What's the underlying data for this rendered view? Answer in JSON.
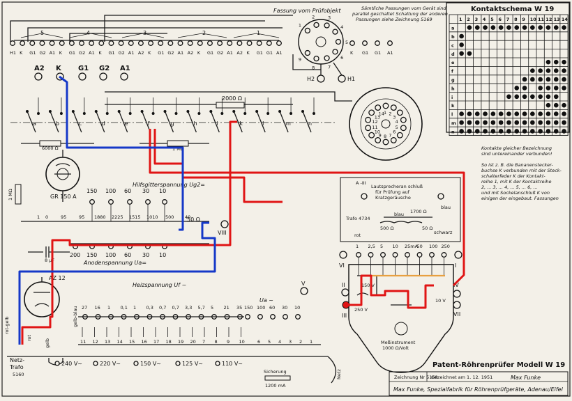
{
  "header": {
    "socket_title": "Fassung vom Prüfobjekt",
    "socket_note": [
      "Sämtliche Passungen vom Gerät sind",
      "parallel geschaltet Schaltung der anderen",
      "Passungen siehe Zeichnung 5169"
    ]
  },
  "socket_groups": [
    "5",
    "4",
    "3",
    "2",
    "1"
  ],
  "bottom_pin_labels": [
    "H1",
    "K",
    "G1",
    "G2",
    "A1",
    "K",
    "G1",
    "G2",
    "A1",
    "K",
    "G1",
    "G2",
    "A1",
    "A2",
    "K",
    "G1",
    "G2",
    "A1",
    "A2",
    "K",
    "G1",
    "G2",
    "A1",
    "A2",
    "K",
    "G1",
    "G1",
    "A1"
  ],
  "big_terminals": [
    "A2",
    "K",
    "G1",
    "G2",
    "A1"
  ],
  "switches": [
    "a",
    "b",
    "c",
    "d",
    "e",
    "f",
    "g",
    "h",
    "i",
    "k",
    "l",
    "m",
    "n"
  ],
  "resistors": {
    "r6000": "6000 Ω",
    "r2000": "2000 Ω",
    "r1meg": "1 MΩ",
    "r1meg_v": "1 MΩ",
    "r1700": "1700 Ω",
    "r500": "500 Ω",
    "r50": "50 Ω",
    "r50b": "50 Ω"
  },
  "tube_label": "GR 150 A",
  "rect_label": "AZ 12",
  "grid_voltage": {
    "title": "Hilfsgitterspannung Ug2=",
    "values": [
      "150",
      "100",
      "60",
      "30",
      "10"
    ],
    "ladder": [
      "1",
      "0",
      "95",
      "95",
      "1880",
      "2225",
      "1515",
      "1010",
      "500",
      "40"
    ]
  },
  "anode_voltage": {
    "title": "Anodenspannung Ua=",
    "values": [
      "200",
      "150",
      "100",
      "60",
      "30",
      "10"
    ]
  },
  "heater": {
    "title": "Heizspannung Uf ~",
    "values": [
      "27",
      "16",
      "1",
      "0,1",
      "1",
      "0,3",
      "0,7",
      "0,7",
      "3,3",
      "5,7",
      "5",
      "21",
      "35"
    ],
    "taps": [
      "11",
      "12",
      "13",
      "14",
      "15",
      "16",
      "17",
      "18",
      "19",
      "20",
      "7",
      "8",
      "9",
      "10"
    ]
  },
  "ua_ac": {
    "title": "Ua ~",
    "values": [
      "150",
      "100",
      "60",
      "30",
      "10"
    ],
    "taps": [
      "6",
      "5",
      "4",
      "3",
      "2",
      "1"
    ]
  },
  "terminals": {
    "viii": "VIII",
    "vi": "VI",
    "i": "I",
    "ii": "II",
    "iii": "III",
    "iv": "IV",
    "v": "V",
    "vii": "VII",
    "h2": "H2",
    "h1": "H1"
  },
  "cap_label": "8 µF",
  "meter_ranges": [
    "1",
    "2,5",
    "5",
    "10",
    "25mA",
    "50",
    "100",
    "250"
  ],
  "meter": {
    "v150": "150 V",
    "v250": "250 V",
    "v10": "10 V",
    "label": [
      "Meßinstrument",
      "1000 Ω/Volt"
    ]
  },
  "trafo": {
    "label": "Trafo 4734",
    "speaker": [
      "Lautsprecheran schluß",
      "für Prüfung auf",
      "Kratzgeräusche"
    ],
    "blau": "blau",
    "rot": "rot",
    "schwarz": "schwarz",
    "a3": "A -III"
  },
  "mains": {
    "trafo": "Netz- Trafo 5160",
    "taps": [
      "240 V~",
      "220 V~",
      "150 V~",
      "125 V~",
      "110 V~"
    ],
    "fuse_title": "Sicherung",
    "fuse": "1200 mA",
    "netz": "Netz"
  },
  "wire_colors": {
    "rot": "rot",
    "gelb": "gelb",
    "rot_gelb": "rot-gelb",
    "gelb_blau": "gelb-blau"
  },
  "contact_chart": {
    "title": "Kontaktschema W 19",
    "columns": [
      "1",
      "2",
      "3",
      "4",
      "5",
      "6",
      "7",
      "8",
      "9",
      "10",
      "11",
      "12",
      "13",
      "14"
    ],
    "rows": [
      {
        "label": "a",
        "dots": [
          2,
          3,
          4,
          5,
          6,
          7,
          8,
          9,
          10,
          11,
          12,
          13,
          14
        ]
      },
      {
        "label": "b",
        "dots": [
          1
        ]
      },
      {
        "label": "c",
        "dots": [
          1
        ]
      },
      {
        "label": "d",
        "dots": [
          1,
          2
        ]
      },
      {
        "label": "e",
        "dots": [
          12,
          13,
          14
        ]
      },
      {
        "label": "f",
        "dots": [
          10,
          11,
          12,
          13,
          14
        ]
      },
      {
        "label": "g",
        "dots": [
          9,
          10,
          11,
          12,
          13,
          14
        ]
      },
      {
        "label": "h",
        "dots": [
          8,
          9,
          11,
          12,
          13,
          14
        ]
      },
      {
        "label": "i",
        "dots": [
          7,
          8,
          9,
          10,
          11,
          12,
          13
        ]
      },
      {
        "label": "k",
        "dots": [
          12,
          13,
          14
        ]
      },
      {
        "label": "l",
        "dots": [
          1,
          2,
          3,
          4,
          5,
          6,
          7,
          8,
          9,
          10,
          11,
          12,
          13,
          14
        ]
      },
      {
        "label": "m",
        "dots": [
          1,
          2,
          3,
          4,
          5,
          6,
          7,
          8,
          9,
          10,
          11,
          12,
          13,
          14
        ]
      },
      {
        "label": "n",
        "dots": [
          1,
          2,
          3,
          4,
          5,
          6,
          7,
          8,
          9,
          10,
          11,
          12,
          13,
          14
        ]
      }
    ],
    "note": [
      "Kontakte gleicher Bezeichnung",
      "sind untereinander verbunden!",
      "",
      "So ist z. B. die Bananenstecker-",
      "buchse K verbunden mit der Steck-",
      "schalterfeder K der Kontakt-",
      "reihe 1, mit K der Kontaktreihe",
      "2, ... 3, ... 4, ... 5, ... 6, ...",
      "und mit Sockelanschluß K von",
      "einigen der eingebaut. Fassungen"
    ]
  },
  "round_socket": {
    "pins": [
      "1",
      "2",
      "3",
      "4",
      "5",
      "6",
      "7",
      "8",
      "9",
      "10",
      "11",
      "12",
      "13",
      "14"
    ]
  },
  "title_block": {
    "main": "Patent-Röhrenprüfer Modell W 19",
    "drawing_no": "Zeichnung Nr 5168",
    "drawn": "Gezeichnet am 1. 12. 1951",
    "signature": "Max Funke",
    "company": "Max Funke, Spezialfabrik für Röhrenprüfgeräte, Adenau/Eifel"
  }
}
